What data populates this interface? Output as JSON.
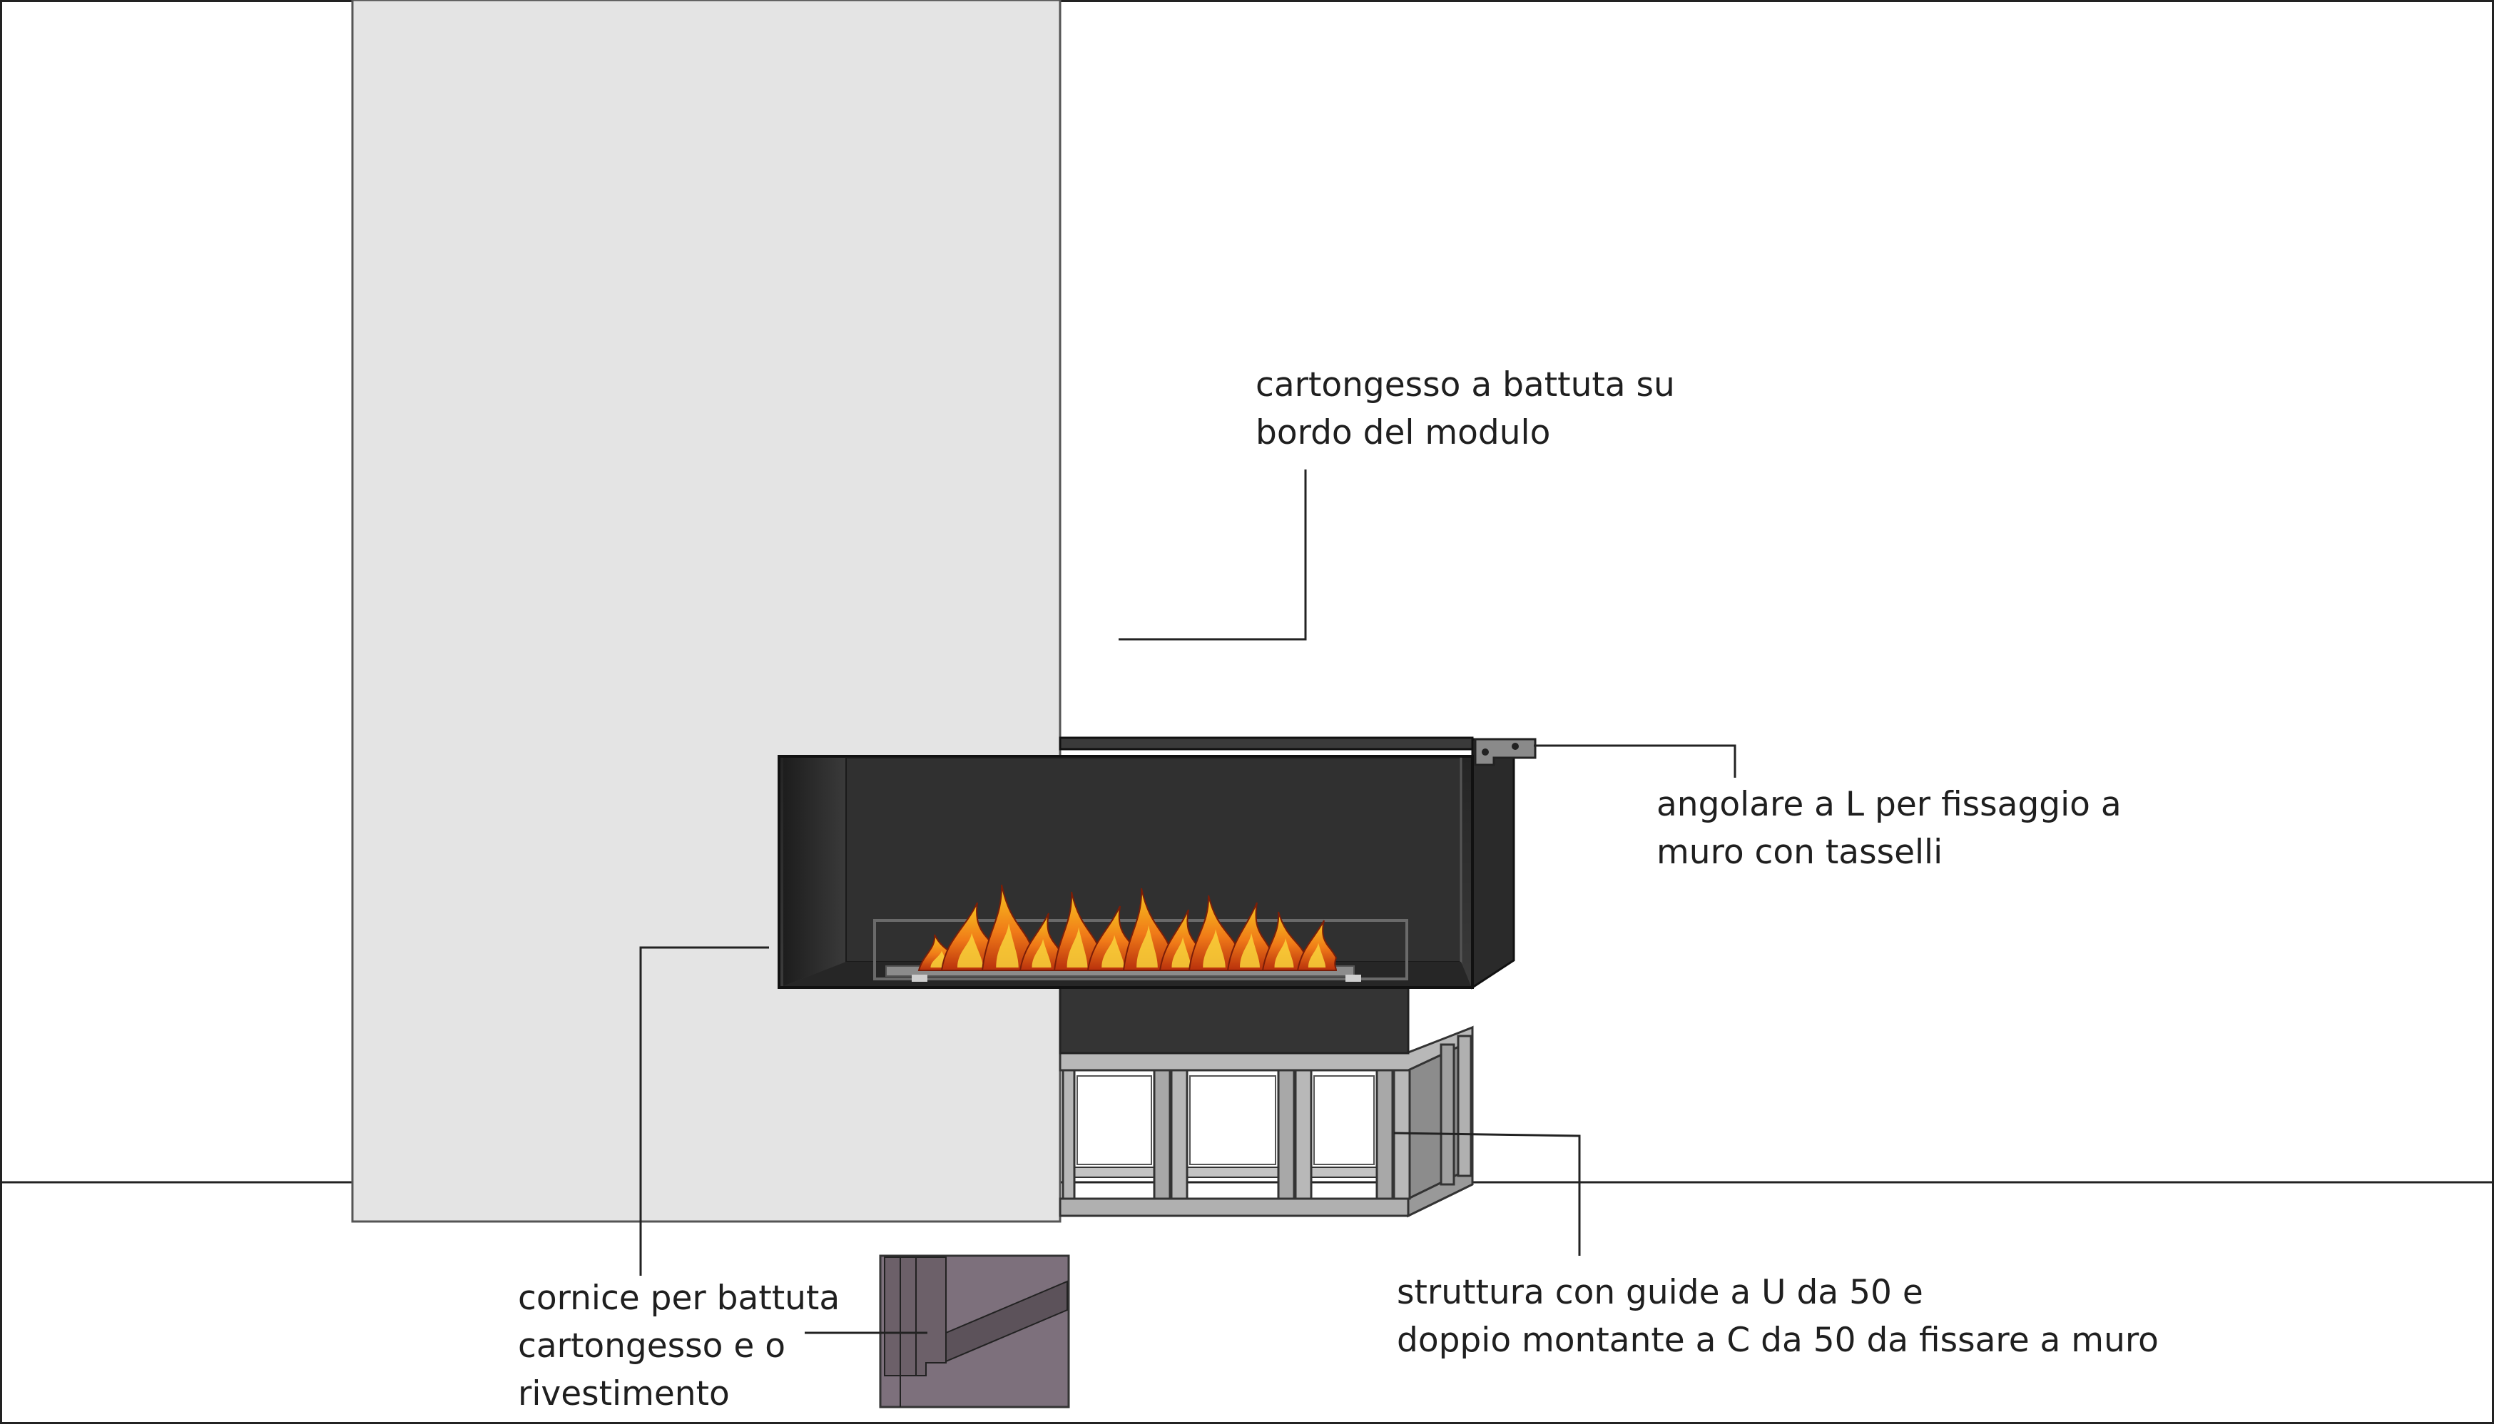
{
  "labels": {
    "drywall": {
      "line1": "cartongesso a battuta su",
      "line2": "bordo del modulo"
    },
    "bracket": {
      "line1": "angolare a L per fissaggio a",
      "line2": "muro con tasselli"
    },
    "frame": {
      "line1": "cornice per battuta",
      "line2": "cartongesso e o",
      "line3": "rivestimento"
    },
    "structure": {
      "line1": "struttura con guide a U da 50 e",
      "line2": "doppio montante a C da 50 da fissare a muro"
    }
  },
  "colors": {
    "wall_panel": "#e4e4e4",
    "firebox_dark": "#2f2f2f",
    "steel_gray": "#a8a8a8",
    "detail_purple": "#7d707c",
    "flame_orange": "#f07a18",
    "flame_yellow": "#f7c51e",
    "flame_red": "#c83b10",
    "line": "#1f1f1f"
  }
}
